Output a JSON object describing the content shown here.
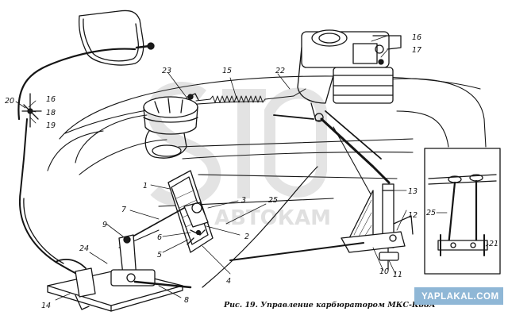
{
  "callouts": {
    "c1": "1",
    "c2": "2",
    "c3": "3",
    "c4": "4",
    "c5": "5",
    "c6": "6",
    "c7": "7",
    "c8": "8",
    "c9": "9",
    "c10": "10",
    "c11": "11",
    "c12": "12",
    "c13": "13",
    "c14": "14",
    "c15": "15",
    "c16": "16",
    "c17": "17",
    "c16b": "16",
    "c18": "18",
    "c19": "19",
    "c20": "20",
    "c21": "21",
    "c22": "22",
    "c23": "23",
    "c24": "24",
    "c25": "25",
    "c25b": "25"
  },
  "caption": "Рис. 19. Управление карбюратором МКС-К88А",
  "watermark_site": "YAPLAKAL.COM",
  "watermark_logo": "АВТОКАМ"
}
